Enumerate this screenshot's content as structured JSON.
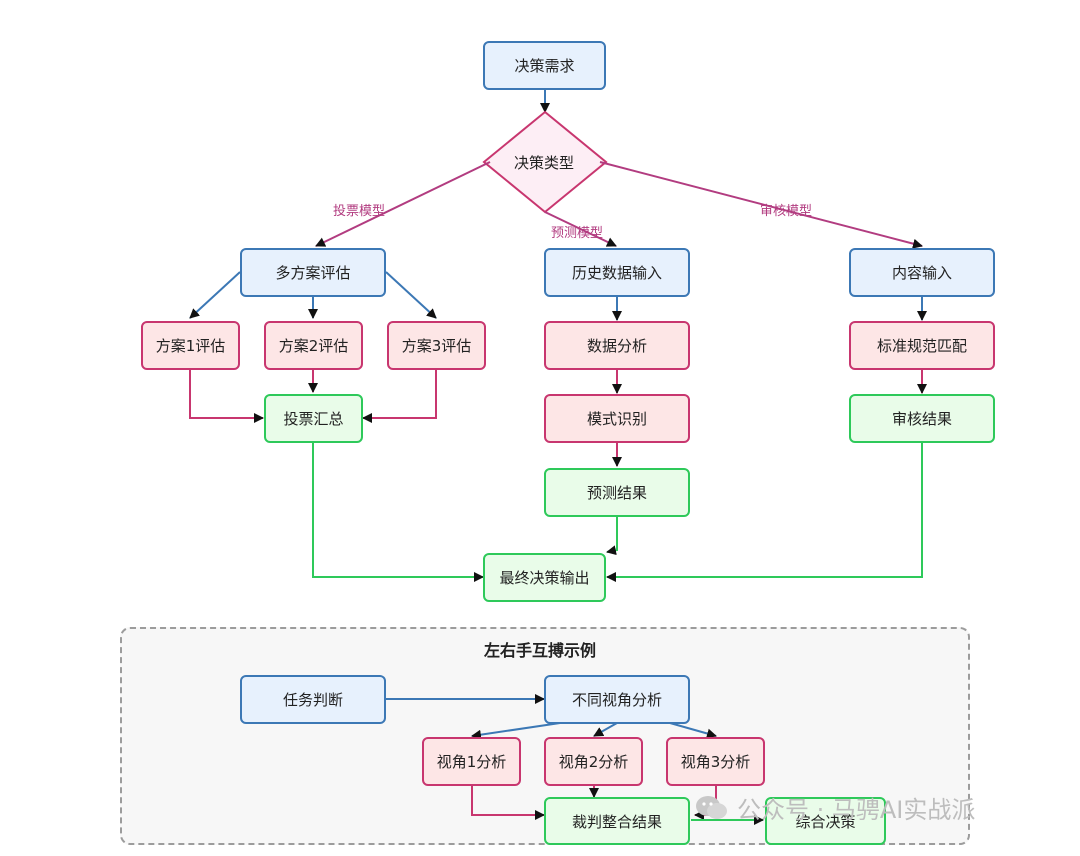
{
  "nodes": {
    "decision_need": "决策需求",
    "decision_type": "决策类型",
    "multi_eval": "多方案评估",
    "plan1": "方案1评估",
    "plan2": "方案2评估",
    "plan3": "方案3评估",
    "vote_summary": "投票汇总",
    "history_input": "历史数据输入",
    "data_analysis": "数据分析",
    "pattern_recog": "模式识别",
    "predict_result": "预测结果",
    "content_input": "内容输入",
    "standard_match": "标准规范匹配",
    "review_result": "审核结果",
    "final_output": "最终决策输出"
  },
  "edge_labels": {
    "vote_model": "投票模型",
    "predict_model": "预测模型",
    "review_model": "审核模型"
  },
  "group": {
    "title": "左右手互搏示例",
    "task_judge": "任务判断",
    "multi_view": "不同视角分析",
    "view1": "视角1分析",
    "view2": "视角2分析",
    "view3": "视角3分析",
    "judge_merge": "裁判整合结果",
    "final_decision": "综合决策"
  },
  "watermark": {
    "text": "公众号 · 马骋AI实战派",
    "icon": "wechat-icon"
  },
  "colors": {
    "blue_fill": "#e7f1fd",
    "blue_border": "#3c78b5",
    "pink_fill": "#fde6e6",
    "pink_border": "#c8366f",
    "green_fill": "#e9fce9",
    "green_border": "#2ec95a",
    "label": "#b23c80"
  }
}
